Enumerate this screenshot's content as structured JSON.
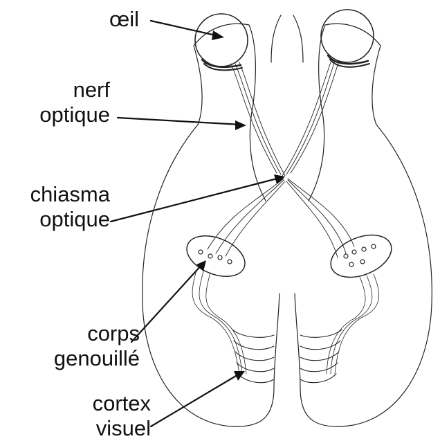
{
  "labels": {
    "oeil": "œil",
    "nerf_line1": "nerf",
    "nerf_line2": "optique",
    "chiasma_line1": "chiasma",
    "chiasma_line2": "optique",
    "corps_line1": "corps",
    "corps_line2": "genouillé",
    "cortex_line1": "cortex",
    "cortex_line2": "visuel"
  },
  "colors": {
    "ink": "#111111",
    "background": "#ffffff"
  }
}
